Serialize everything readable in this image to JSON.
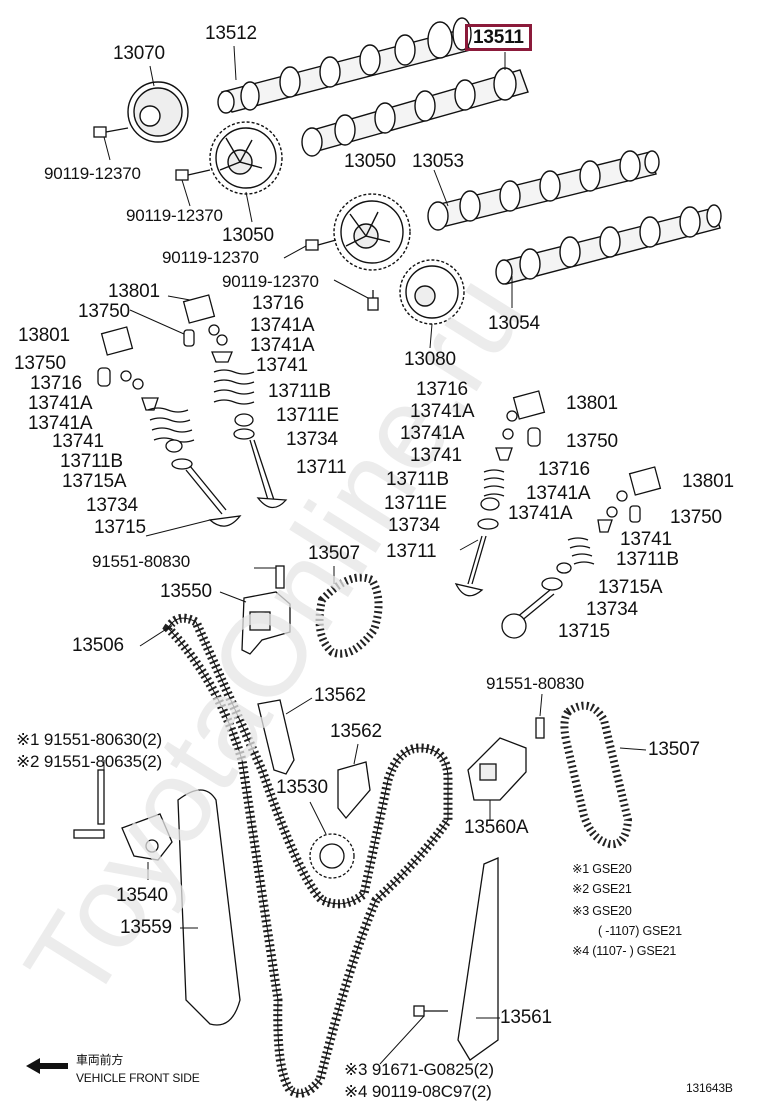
{
  "labels": {
    "p13512": "13512",
    "p13511": "13511",
    "p13070": "13070",
    "b1": "90119-12370",
    "b2": "90119-12370",
    "p13050a": "13050",
    "p13050b": "13050",
    "p13053": "13053",
    "b3": "90119-12370",
    "b4": "90119-12370",
    "p13054": "13054",
    "p13080": "13080",
    "p13801a": "13801",
    "p13750a": "13750",
    "p13716a": "13716",
    "p13741Aa": "13741A",
    "p13741Ab": "13741A",
    "p13741a": "13741",
    "p13711Ba": "13711B",
    "p13711E": "13711E",
    "p13734a": "13734",
    "p13711a": "13711",
    "p13801b": "13801",
    "p13750b": "13750",
    "p13716b": "13716",
    "p13741Ac": "13741A",
    "p13741Ad": "13741A",
    "p13741b": "13741",
    "p13711Bb": "13711B",
    "p13715Aa": "13715A",
    "p13734b": "13734",
    "p13715a": "13715",
    "p13716c": "13716",
    "p13801c": "13801",
    "p13741Ae": "13741A",
    "p13741Af": "13741A",
    "p13750c": "13750",
    "p13741c": "13741",
    "p13711Bc": "13711B",
    "p13711Eb": "13711E",
    "p13734c": "13734",
    "p13711b": "13711",
    "p13716d": "13716",
    "p13801d": "13801",
    "p13741Ag": "13741A",
    "p13741Ah": "13741A",
    "p13750d": "13750",
    "p13741d": "13741",
    "p13711Bd": "13711B",
    "p13715Ab": "13715A",
    "p13734d": "13734",
    "p13715b": "13715",
    "p91551a": "91551-80830",
    "p13507a": "13507",
    "p13550": "13550",
    "p13506": "13506",
    "p13562a": "13562",
    "p13562b": "13562",
    "p91551b": "91551-80830",
    "p13507b": "13507",
    "bolt1": "※1 91551-80630(2)",
    "bolt2": "※2 91551-80635(2)",
    "p13530": "13530",
    "p13560A": "13560A",
    "p13540": "13540",
    "p13559": "13559",
    "p13561": "13561",
    "bolt3": "※3 91671-G0825(2)",
    "bolt4": "※4 90119-08C97(2)",
    "fig": "131643B"
  },
  "notes": {
    "n1": "※1  GSE20",
    "n2": "※2  GSE21",
    "n3": "※3  GSE20",
    "n3b": "(     -1107) GSE21",
    "n4": "※4 (1107-     ) GSE21"
  },
  "direction": {
    "jp": "車両前方",
    "en": "VEHICLE FRONT SIDE"
  },
  "watermark": "ToyotaOnline.ru",
  "colors": {
    "highlight_border": "#8b1a3a",
    "line": "#111111",
    "watermark": "#e6e6e6"
  }
}
